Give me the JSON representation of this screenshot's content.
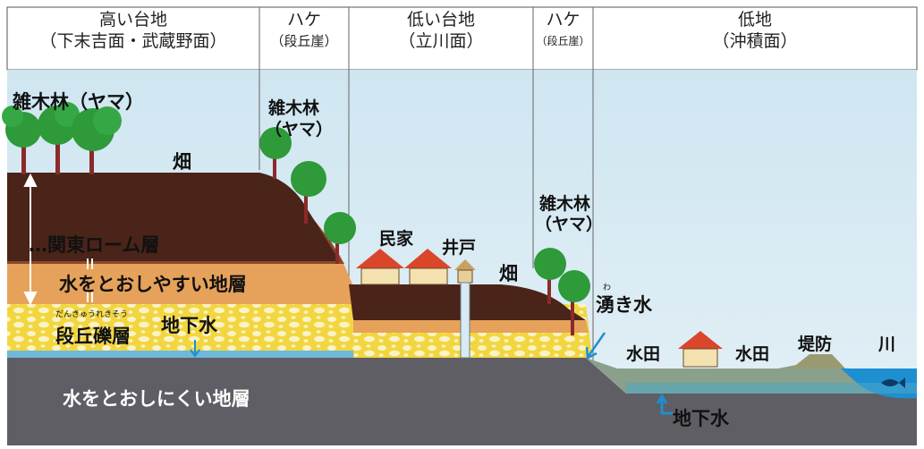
{
  "headers": [
    {
      "line1": "高い台地",
      "line2": "（下末吉面・武蔵野面）"
    },
    {
      "line1": "ハケ",
      "line2": "（段丘崖）"
    },
    {
      "line1": "低い台地",
      "line2": "（立川面）"
    },
    {
      "line1": "ハケ",
      "line2": "（段丘崖）"
    },
    {
      "line1": "低地",
      "line2": "（沖積面）"
    }
  ],
  "labels": {
    "forest_left": "雑木林（ヤマ）",
    "forest_hake1_line1": "雑木林",
    "forest_hake1_line2": "（ヤマ）",
    "forest_hake2_line1": "雑木林",
    "forest_hake2_line2": "（ヤマ）",
    "field1": "畑",
    "field2": "畑",
    "loam": "…関東ローム層",
    "permeable": "水をとおしやすい地層",
    "gravel": "段丘礫層",
    "gravel_ruby": "だんきゅうれきそう",
    "groundwater1": "地下水",
    "groundwater2": "地下水",
    "impermeable": "水をとおしにくい地層",
    "houses": "民家",
    "well": "井戸",
    "spring": "湧き水",
    "spring_ruby": "わ",
    "paddy1": "水田",
    "paddy2": "水田",
    "levee": "堤防",
    "river": "川"
  },
  "colors": {
    "sky": "#d5e8f2",
    "topsoil": "#4a2418",
    "loam": "#8a4a2a",
    "permeable": "#e6a25a",
    "gravel": "#f2d640",
    "impermeable": "#5e5e64",
    "water": "#8cc4e0",
    "tree": "#2e9a3a",
    "roof": "#d9462a"
  }
}
